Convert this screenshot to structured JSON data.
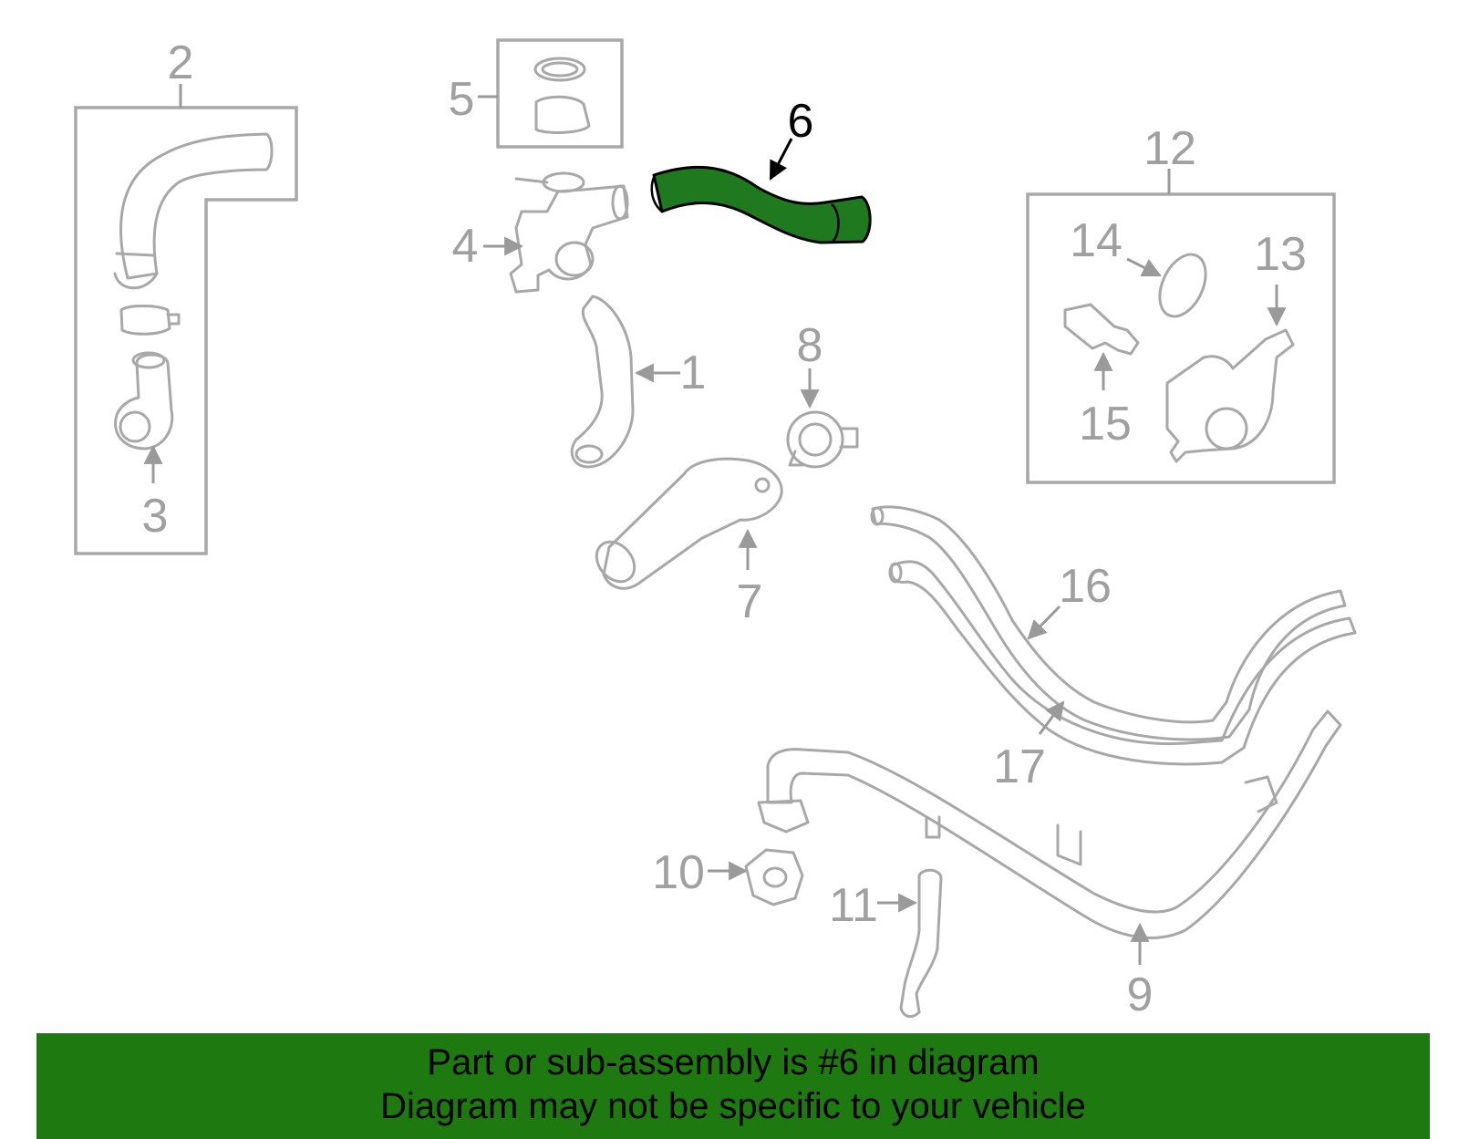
{
  "diagram": {
    "highlight_color": "#1e7a10",
    "highlighted_part": "6",
    "callouts": {
      "c1": "1",
      "c2": "2",
      "c3": "3",
      "c4": "4",
      "c5": "5",
      "c6": "6",
      "c7": "7",
      "c8": "8",
      "c9": "9",
      "c10": "10",
      "c11": "11",
      "c12": "12",
      "c13": "13",
      "c14": "14",
      "c15": "15",
      "c16": "16",
      "c17": "17"
    }
  },
  "banner": {
    "line1": "Part or sub-assembly is #6 in diagram",
    "line2": "Diagram may not be specific to your vehicle"
  }
}
